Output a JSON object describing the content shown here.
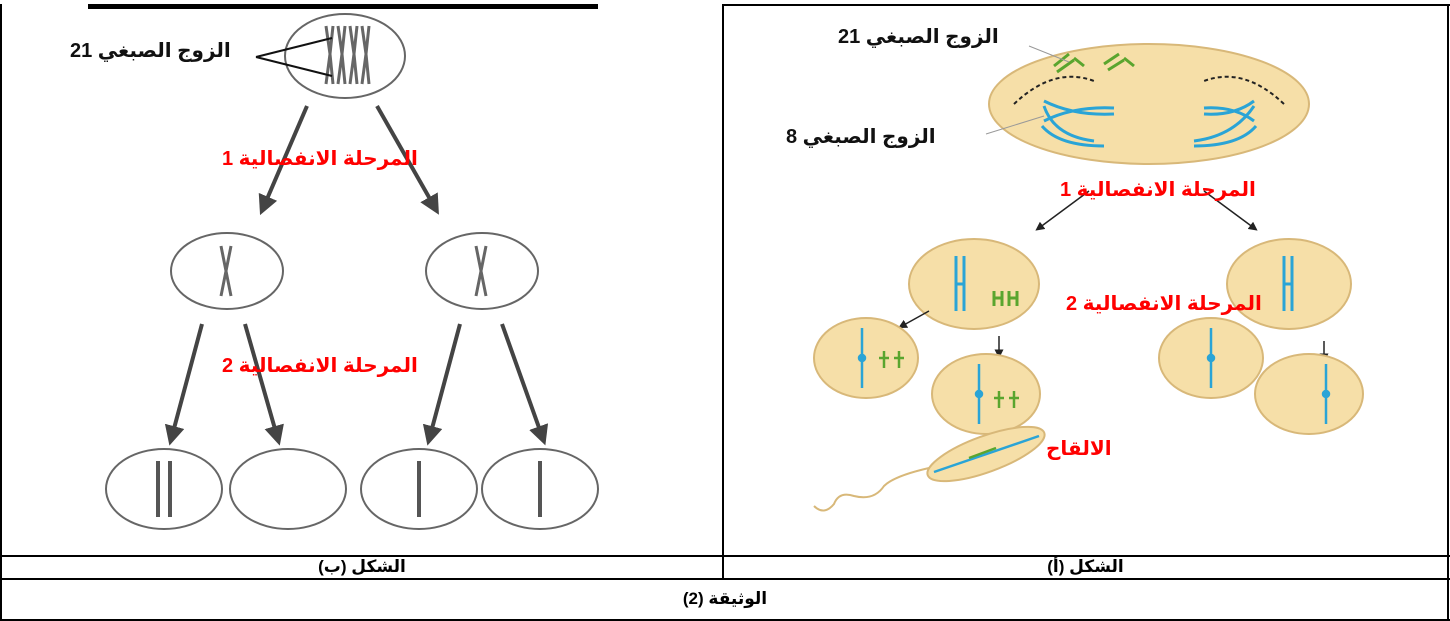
{
  "document": {
    "title": "الوثيقة (2)",
    "figure_b": {
      "caption": "الشكل (ب)",
      "labels": {
        "pair21": "الزوج الصبغي 21",
        "anaphase1": "المرحلة الانفصالية 1",
        "anaphase2": "المرحلة الانفصالية 2"
      }
    },
    "figure_a": {
      "caption": "الشكل (أ)",
      "labels": {
        "pair21": "الزوج الصبغي 21",
        "pair8": "الزوج الصبغي 8",
        "anaphase1": "المرحلة الانفصالية 1",
        "anaphase2": "المرحلة الانفصالية 2",
        "fertilization": "الالقاح"
      }
    }
  },
  "colors": {
    "border": "#000000",
    "label_red": "#ff0000",
    "cell_fill": "#f6dfa8",
    "chromosome_blue": "#2aa4d6",
    "chromosome_green": "#5aa52e",
    "gray": "#444444"
  }
}
